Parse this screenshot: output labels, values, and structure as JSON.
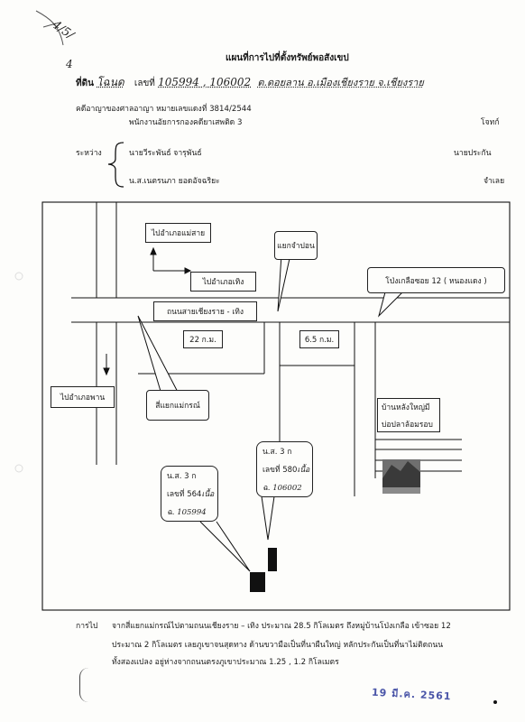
{
  "corner_note": "4/5/",
  "corner_mark": "4",
  "title": "แผนที่การไปที่ตั้งทรัพย์พอสังเขป",
  "deed": {
    "prefix": "ที่ดิน",
    "type_handwritten": "โฉนด",
    "number_label": "เลขที่",
    "numbers_handwritten": "105994 , 106002",
    "location_handwritten": "ต.ดอยลาน อ.เมืองเชียงราย จ.เชียงราย"
  },
  "case": {
    "text": "คดีอาญาของศาลอาญา  หมายเลขแดงที่ 3814/2544"
  },
  "parties": {
    "between_label": "ระหว่าง",
    "rows": [
      {
        "name": "พนักงานอัยการกองคดียาเสพติด 3",
        "role": "โจทก์"
      },
      {
        "name": "นายวีระพันธ์ จารุพันธ์",
        "role": "นายประกัน"
      },
      {
        "name": "น.ส.เนตรนภา ยอดอัจฉริยะ",
        "role": "จำเลย"
      }
    ]
  },
  "map": {
    "labels": {
      "mae_sai": "ไปอำเภอแม่สาย",
      "thoeng": "ไปอำเภอเทิง",
      "phan": "ไปอำเภอพาน",
      "road": "ถนนสายเชียงราย - เทิง",
      "dist_22": "22 ก.ม.",
      "dist_6_5": "6.5 ก.ม.",
      "junction_mae_korn": "สี่แยกแม่กรณ์",
      "junction_jampon": "แยกจำปอน",
      "pong_kluea": "โป่งเกลือซอย 12 ( หนองแดง )",
      "village_line1": "บ้านหลังใหญ่มี",
      "village_line2": "บ่อปลาล้อมรอบ"
    },
    "plot_a": {
      "line1": "น.ส. 3 ก",
      "line2": "เลขที่ 564",
      "line2_hand": "เนื้อ",
      "line3_hand": "ฉ. 105994"
    },
    "plot_b": {
      "line1": "น.ส. 3 ก",
      "line2": "เลขที่ 580",
      "line2_hand": "เนื้อ",
      "line3_hand": "ฉ. 106002"
    }
  },
  "directions": {
    "label": "การไป",
    "lines": [
      "จากสี่แยกแม่กรณ์ไปตามถนนเชียงราย – เทิง ประมาณ 28.5 กิโลเมตร ถึงหมู่บ้านโป่งเกลือ เข้าซอย 12",
      "ประมาณ  2 กิโลเมตร เลยภูเขาจนสุดทาง ด้านขวามือเป็นที่นาผืนใหญ่ หลักประกันเป็นที่นาไม่ติดถนน",
      "ทั้งสองแปลง อยู่ห่างจากถนนตรงภูเขาประมาณ 1.25 , 1.2 กิโลเมตร"
    ]
  },
  "stamp_date": "19 มี.ค. 2561",
  "colors": {
    "ink": "#1a1a1a",
    "stamp": "#4a55a8",
    "paper": "#fdfdfb"
  }
}
